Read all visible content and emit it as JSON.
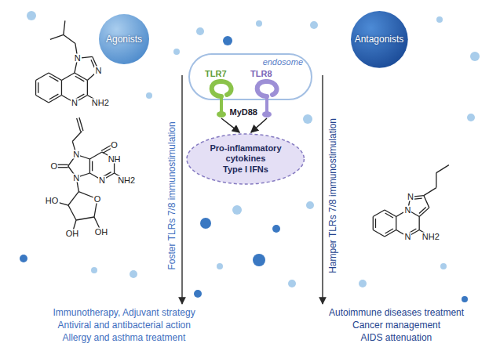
{
  "diagram": {
    "nodes": [
      {
        "text": [
          "Agonists"
        ]
      },
      {
        "text": [
          "Antagonists"
        ]
      },
      {
        "text": [
          "endosome"
        ]
      },
      {
        "text": [
          "TLR7"
        ]
      },
      {
        "text": [
          "TLR8"
        ]
      },
      {
        "text": [
          "Pro-inflammatory cytokines",
          "Type I IFNs"
        ]
      }
    ],
    "edges": [
      {
        "from": 3,
        "to": 5,
        "arrow": "to"
      },
      {
        "from": 4,
        "to": 5,
        "arrow": "to"
      }
    ],
    "labels": [
      "MyD88",
      "Foster TLRs 7/8 immunostimulation",
      "Hamper TLRs 7/8 immunostimulation",
      "Immunotherapy, Adjuvant strategy",
      "Antiviral and antibacterial action",
      "Allergy and asthma treatment",
      "Autoimmune diseases treatment",
      "Cancer management",
      "AIDS attenuation",
      "N",
      "N",
      "N",
      "NH2",
      "O",
      "NH",
      "NH2",
      "N",
      "N",
      "O",
      "N",
      "O",
      "HO",
      "OH",
      "OH",
      "N",
      "N",
      "N",
      "NH2"
    ]
  }
}
